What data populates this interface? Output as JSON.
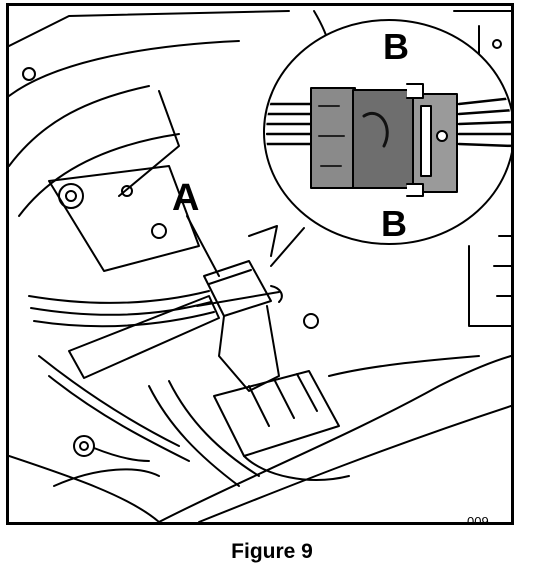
{
  "figure": {
    "caption": "Figure 9",
    "reference_number": "009"
  },
  "callouts": {
    "a": "A",
    "b_top": "B",
    "b_bottom": "B"
  }
}
